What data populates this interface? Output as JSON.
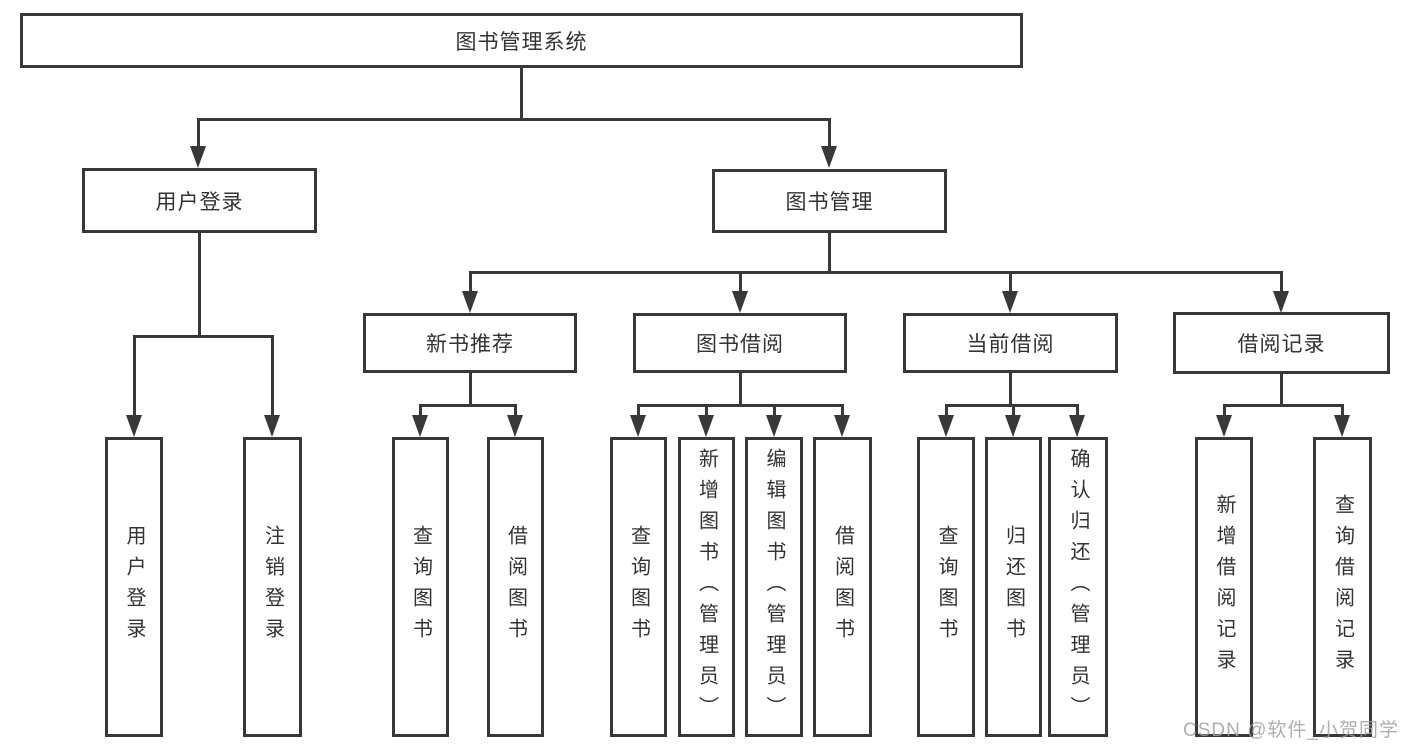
{
  "diagram": {
    "root": {
      "label": "图书管理系统"
    },
    "branches": [
      {
        "label": "用户登录",
        "children": [
          {
            "label": "用户登录"
          },
          {
            "label": "注销登录"
          }
        ]
      },
      {
        "label": "图书管理",
        "sections": [
          {
            "label": "新书推荐",
            "children": [
              {
                "label": "查询图书"
              },
              {
                "label": "借阅图书"
              }
            ]
          },
          {
            "label": "图书借阅",
            "children": [
              {
                "label": "查询图书"
              },
              {
                "label": "新增图书（管理员）"
              },
              {
                "label": "编辑图书（管理员）"
              },
              {
                "label": "借阅图书"
              }
            ]
          },
          {
            "label": "当前借阅",
            "children": [
              {
                "label": "查询图书"
              },
              {
                "label": "归还图书"
              },
              {
                "label": "确认归还（管理员）"
              }
            ]
          },
          {
            "label": "借阅记录",
            "children": [
              {
                "label": "新增借阅记录"
              },
              {
                "label": "查询借阅记录"
              }
            ]
          }
        ]
      }
    ]
  },
  "watermark": {
    "text": "CSDN @软件_小贺同学"
  },
  "colors": {
    "line": "#383838",
    "text": "#333333",
    "background": "#ffffff",
    "watermark": "#a0a0a0"
  }
}
